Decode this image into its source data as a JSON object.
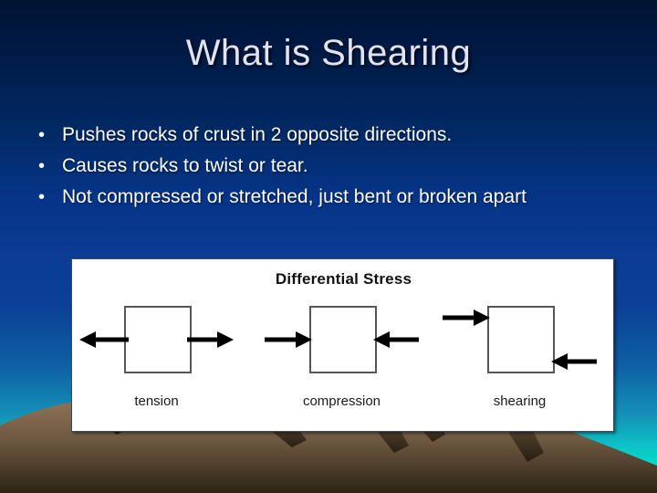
{
  "slide": {
    "title": "What is Shearing",
    "background": {
      "top_color": "#001433",
      "mid_color": "#0a3c93",
      "bottom_color": "#00f0c0",
      "mountain_color": "#8a7058",
      "mountain_shadow_color": "#4a3a22"
    }
  },
  "bullets": [
    {
      "marker": "•",
      "text": "Pushes rocks of crust in 2 opposite directions."
    },
    {
      "marker": "•",
      "text": "Causes rocks to twist or tear."
    },
    {
      "marker": "•",
      "text": "Not compressed or stretched, just bent or broken apart"
    }
  ],
  "diagram": {
    "title": "Differential Stress",
    "panel_bg": "#ffffff",
    "stroke_color": "#000000",
    "box_stroke_color": "#555555",
    "figures": [
      {
        "id": "tension",
        "label": "tension",
        "left_arrow_direction": "left",
        "right_arrow_direction": "right",
        "arrow_mode": "axial-outward"
      },
      {
        "id": "compression",
        "label": "compression",
        "left_arrow_direction": "right",
        "right_arrow_direction": "left",
        "arrow_mode": "axial-inward"
      },
      {
        "id": "shearing",
        "label": "shearing",
        "left_arrow_direction": "right",
        "right_arrow_direction": "left",
        "arrow_mode": "offset-couple"
      }
    ]
  }
}
